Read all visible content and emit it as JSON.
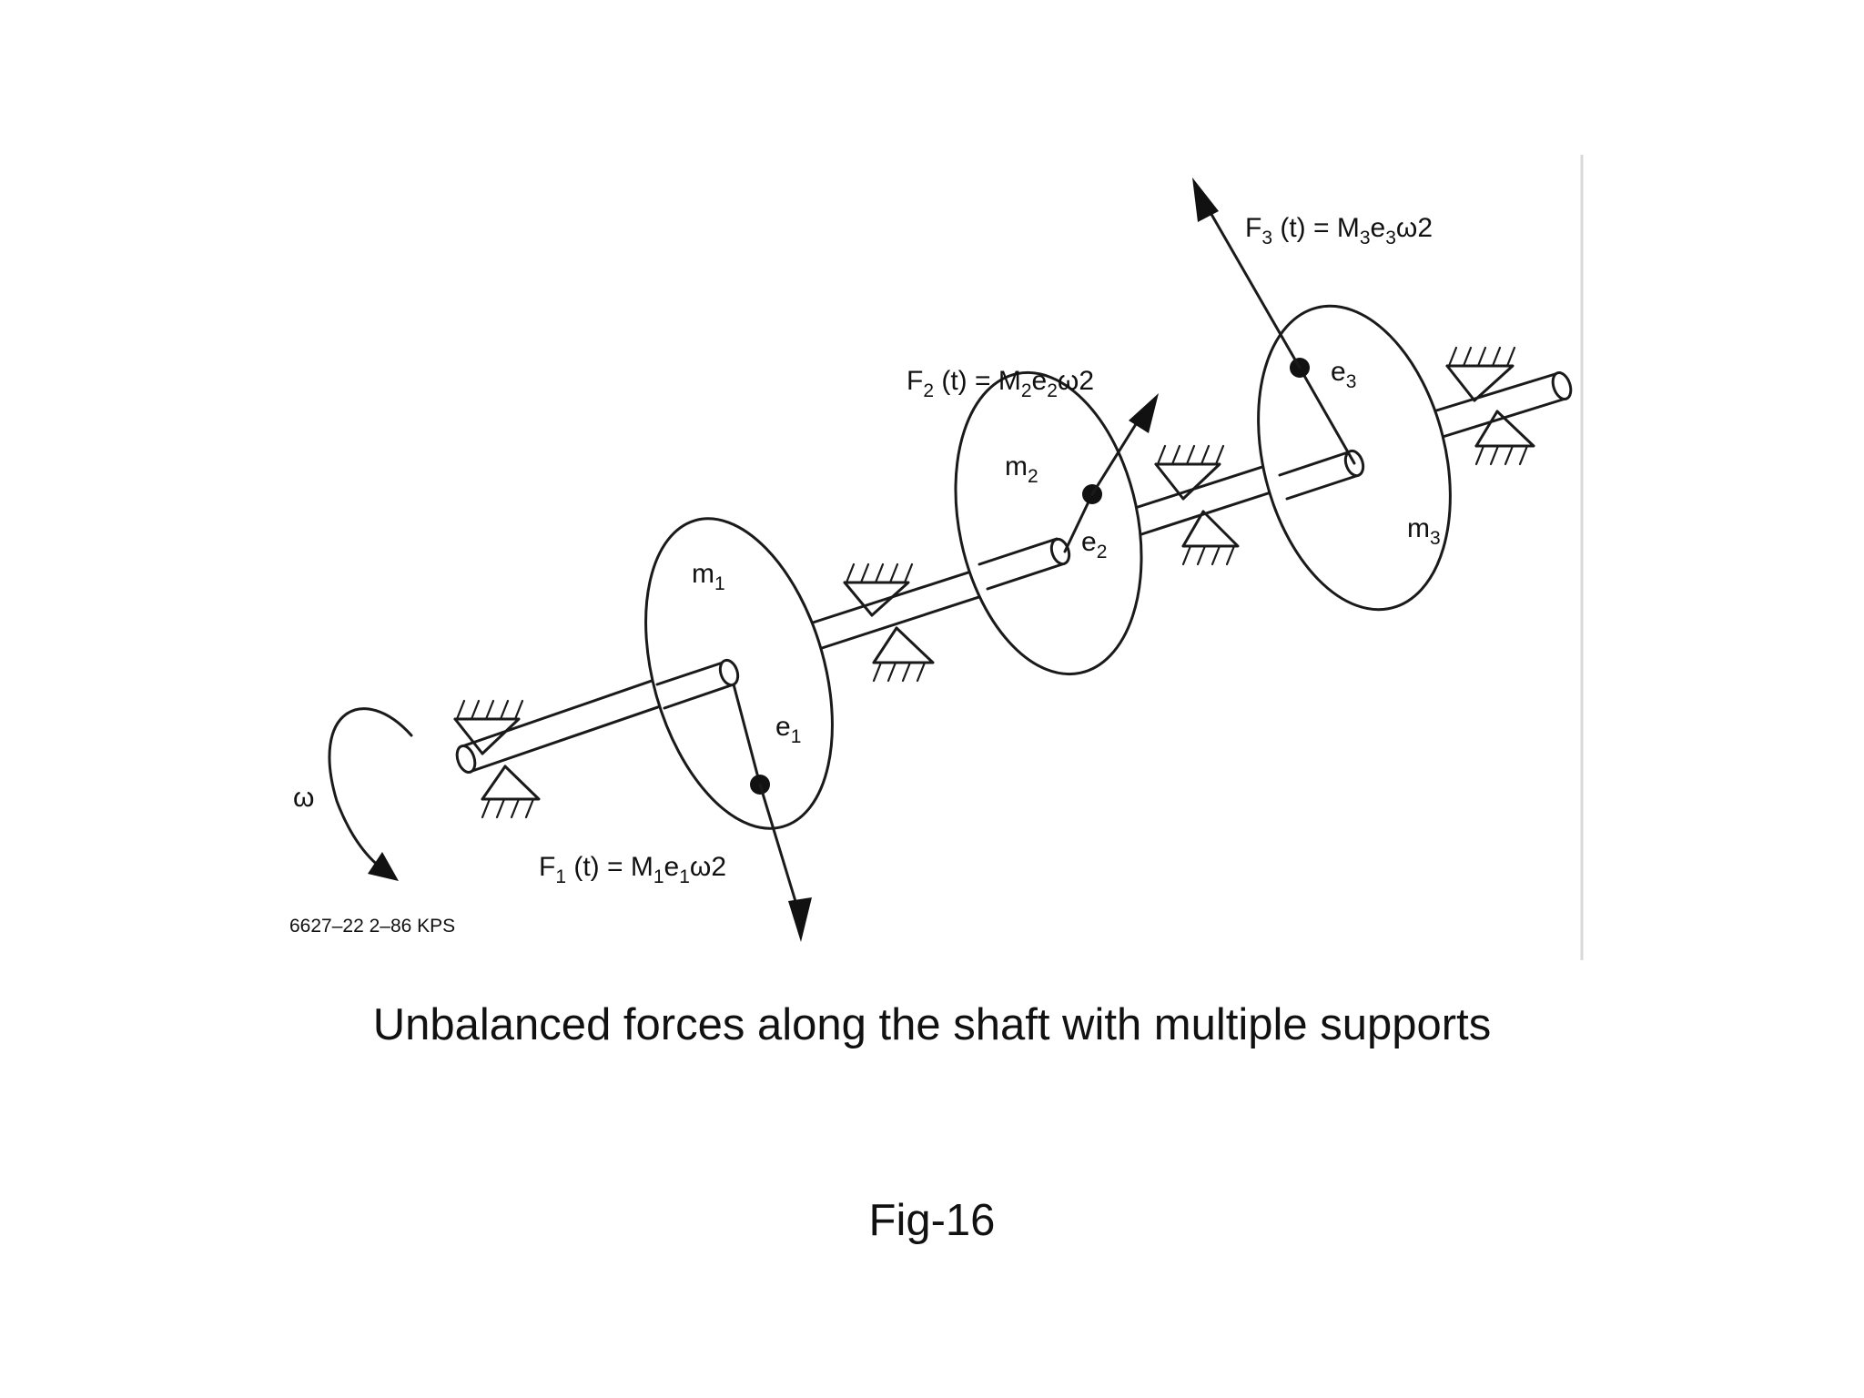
{
  "diagram": {
    "formulas": {
      "f1": {
        "main": "F",
        "sub1": "1",
        "mid": " (t) = M",
        "sub2": "1",
        "e": "e",
        "sub3": "1",
        "tail": "ω2"
      },
      "f2": {
        "main": "F",
        "sub1": "2",
        "mid": " (t) = M",
        "sub2": "2",
        "e": "e",
        "sub3": "2",
        "tail": "ω2"
      },
      "f3": {
        "main": "F",
        "sub1": "3",
        "mid": " (t) = M",
        "sub2": "3",
        "e": "e",
        "sub3": "3",
        "tail": "ω2"
      }
    },
    "masses": [
      {
        "base": "m",
        "sub": "1"
      },
      {
        "base": "m",
        "sub": "2"
      },
      {
        "base": "m",
        "sub": "3"
      }
    ],
    "eccentricities": [
      {
        "base": "e",
        "sub": "1"
      },
      {
        "base": "e",
        "sub": "2"
      },
      {
        "base": "e",
        "sub": "3"
      }
    ],
    "omega": "ω",
    "drawing_code": "6627–22 2–86 KPS"
  },
  "caption": "Unbalanced forces along the shaft with multiple supports",
  "figure_label": "Fig-16"
}
